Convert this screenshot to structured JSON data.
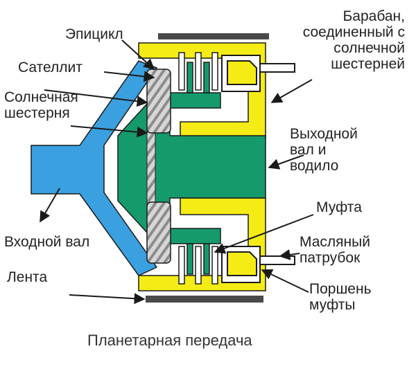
{
  "labels": {
    "drum": [
      "Барабан,",
      "соединенный с",
      "солнечной",
      "шестерней"
    ],
    "ring_gear": "Эпицикл",
    "planet": "Сателлит",
    "sun_gear": [
      "Солнечная",
      "шестерня"
    ],
    "output": [
      "Выходной",
      "вал и",
      "водило"
    ],
    "input": "Входной вал",
    "clutch": "Муфта",
    "oil_port": [
      "Масляный",
      "патрубок"
    ],
    "band": "Лента",
    "piston": [
      "Поршень",
      "муфты"
    ]
  },
  "caption": "Планетарная передача",
  "colors": {
    "input_shaft": "#3aa0e0",
    "output_carrier": "#159b6b",
    "drum": "#f4ec14",
    "band": "#4a4a4a",
    "gear": "#c9c9c9",
    "outline": "#1a1a1a"
  }
}
